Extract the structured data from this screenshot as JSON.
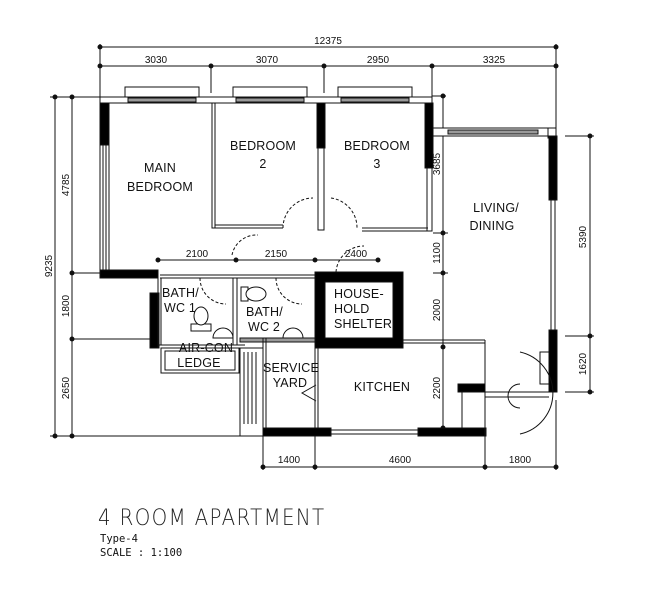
{
  "plan": {
    "title": "4 ROOM APARTMENT",
    "type": "Type-4",
    "scale": "SCALE : 1:100"
  },
  "dimensions": {
    "overall_width": "12375",
    "top": [
      "3030",
      "3070",
      "2950",
      "3325"
    ],
    "left_overall": "9235",
    "left": [
      "4785",
      "1800",
      "2650"
    ],
    "inner_horizontal": [
      "2100",
      "2150",
      "2400"
    ],
    "inner_vertical": [
      "3685",
      "1100",
      "2000",
      "2200"
    ],
    "right": [
      "5390",
      "1620"
    ],
    "bottom": [
      "1400",
      "4600",
      "1800"
    ]
  },
  "rooms": {
    "main_bedroom": [
      "MAIN",
      "BEDROOM"
    ],
    "bedroom2": [
      "BEDROOM",
      "2"
    ],
    "bedroom3": [
      "BEDROOM",
      "3"
    ],
    "living_dining": [
      "LIVING/",
      "DINING"
    ],
    "bath1": [
      "BATH/",
      "WC  1"
    ],
    "bath2": [
      "BATH/",
      "WC  2"
    ],
    "household_shelter": [
      "HOUSE-",
      "HOLD",
      "SHELTER"
    ],
    "aircon_ledge": [
      "AIR-CON",
      "LEDGE"
    ],
    "service_yard": [
      "SERVICE",
      "YARD"
    ],
    "kitchen": [
      "KITCHEN"
    ]
  },
  "colors": {
    "wall": "#000000",
    "line": "#111111",
    "window": "#9a9a9a"
  }
}
